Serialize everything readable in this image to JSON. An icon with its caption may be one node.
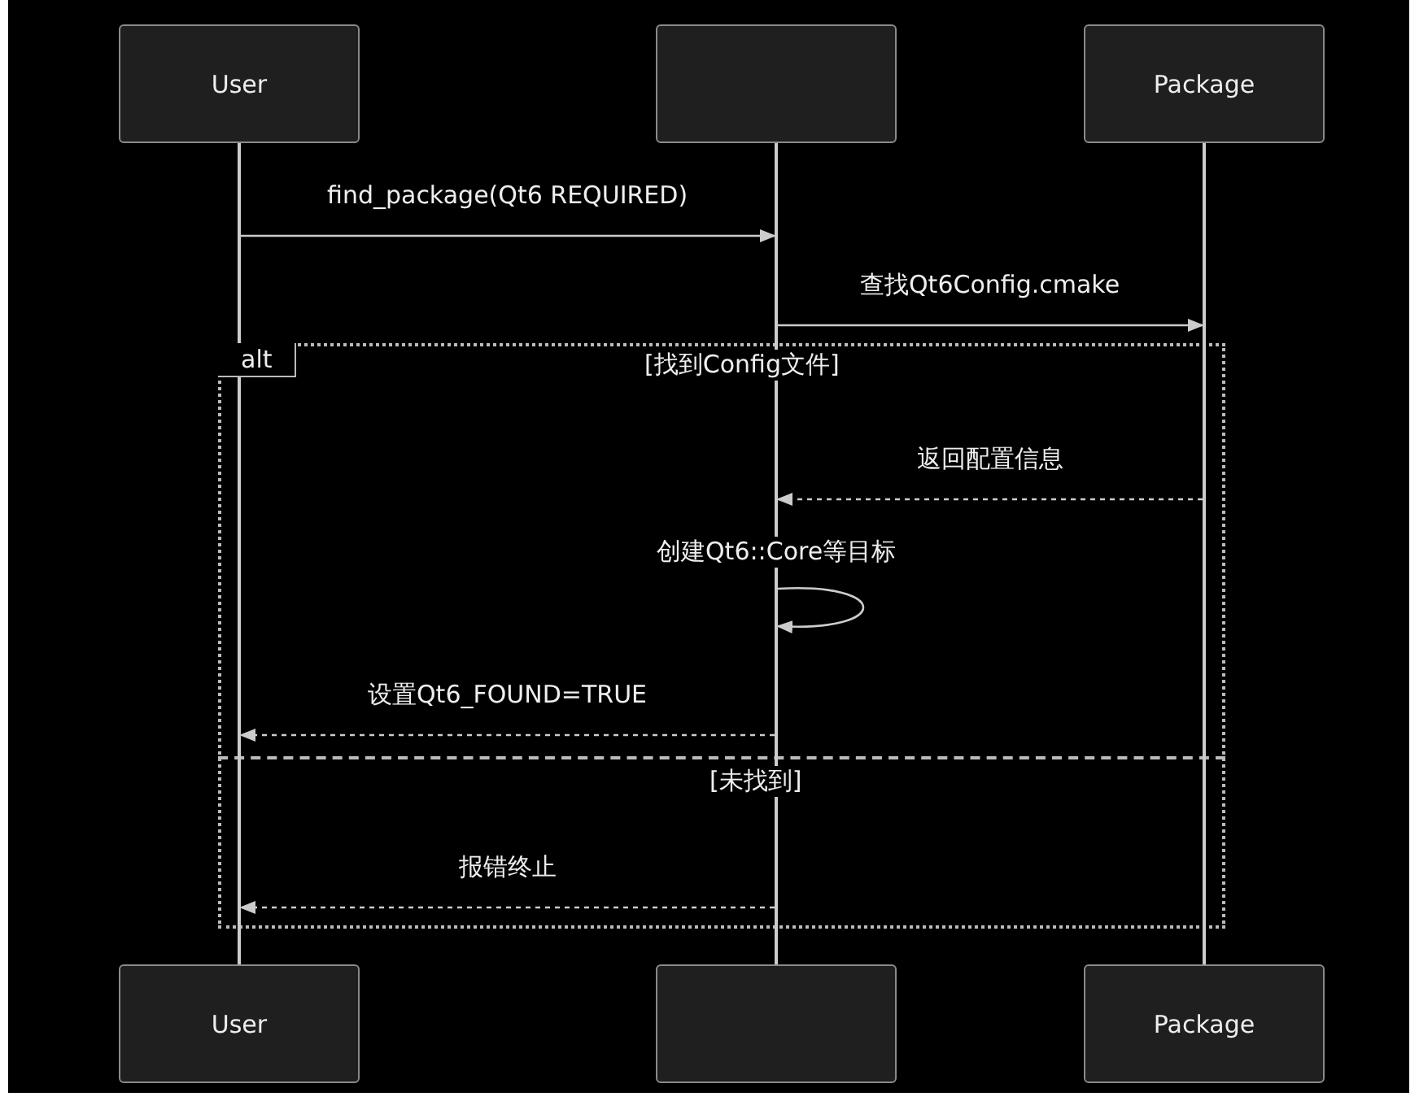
{
  "diagram": {
    "nodes": [
      {
        "text": [
          "User"
        ]
      },
      {
        "text": [],
        "shape": "box"
      },
      {
        "text": [
          "Package"
        ]
      },
      {
        "text": [],
        "shape": "line"
      },
      {
        "text": [],
        "shape": "line"
      },
      {
        "text": [],
        "shape": "line"
      },
      {
        "text": [
          "User"
        ]
      },
      {
        "text": [],
        "shape": "box"
      },
      {
        "text": [
          "Package"
        ]
      }
    ],
    "labels": [
      "alt",
      "[找到Config文件]",
      "[未找到]"
    ],
    "edges": [
      {
        "from": 3,
        "to": 4,
        "arrow": "to",
        "label": "find_package(Qt6 REQUIRED)"
      },
      {
        "from": 4,
        "to": 5,
        "arrow": "to",
        "label": "查找Qt6Config.cmake"
      },
      {
        "from": 5,
        "to": 4,
        "arrow": "to",
        "label": "返回配置信息",
        "style": "dashed"
      },
      {
        "from": 4,
        "to": 4,
        "arrow": "to",
        "label": "创建Qt6::Core等目标"
      },
      {
        "from": 4,
        "to": 3,
        "arrow": "to",
        "label": "设置Qt6_FOUND=TRUE",
        "style": "dashed"
      },
      {
        "from": 4,
        "to": 3,
        "arrow": "to",
        "label": "报错终止",
        "style": "dashed"
      }
    ]
  }
}
